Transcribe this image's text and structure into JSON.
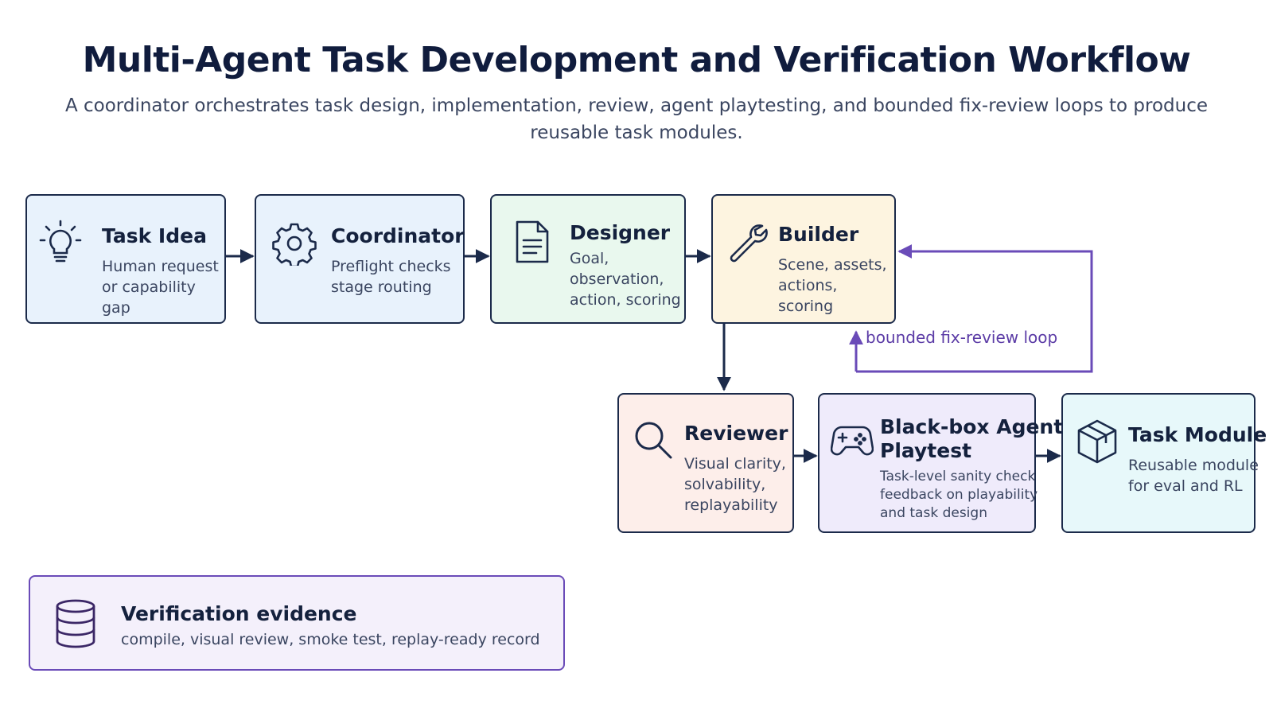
{
  "header": {
    "title": "Multi-Agent Task Development and Verification Workflow",
    "subtitle": "A coordinator orchestrates task design, implementation, review, agent playtesting, and bounded fix-review loops to produce reusable task modules."
  },
  "nodes": {
    "task_idea": {
      "title": "Task Idea",
      "lines": [
        "Human request",
        "or capability gap"
      ],
      "icon": "lightbulb-icon",
      "fill": "#e8f2fc"
    },
    "coordinator": {
      "title": "Coordinator",
      "lines": [
        "Preflight checks",
        "stage routing"
      ],
      "icon": "gear-icon",
      "fill": "#e8f2fc"
    },
    "designer": {
      "title": "Designer",
      "lines": [
        "Goal,",
        "observation,",
        "action, scoring"
      ],
      "icon": "document-icon",
      "fill": "#e9f8ee"
    },
    "builder": {
      "title": "Builder",
      "lines": [
        "Scene, assets,",
        "actions, scoring"
      ],
      "icon": "wrench-icon",
      "fill": "#fdf4e0"
    },
    "reviewer": {
      "title": "Reviewer",
      "lines": [
        "Visual clarity,",
        "solvability,",
        "replayability"
      ],
      "icon": "magnifier-icon",
      "fill": "#fdeeea"
    },
    "playtest": {
      "title_lines": [
        "Black-box Agent",
        "Playtest"
      ],
      "lines": [
        "Task-level sanity check",
        "feedback on playability",
        "and task design"
      ],
      "icon": "gamepad-icon",
      "fill": "#efebfb"
    },
    "task_module": {
      "title": "Task Module",
      "lines": [
        "Reusable module",
        "for eval and RL"
      ],
      "icon": "package-icon",
      "fill": "#e7f8fa"
    },
    "evidence": {
      "title": "Verification evidence",
      "lines": [
        "compile, visual review, smoke test, replay-ready record"
      ],
      "icon": "database-icon",
      "fill": "#f4f0fb"
    }
  },
  "loop": {
    "label": "bounded fix-review loop",
    "color": "#6a4bb8"
  },
  "colors": {
    "border": "#1b2a4a",
    "arrow": "#1b2a4a"
  }
}
